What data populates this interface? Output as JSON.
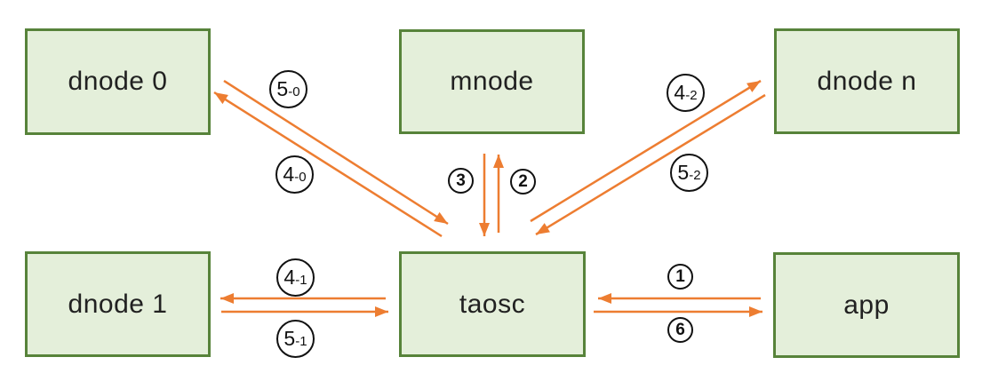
{
  "diagram": {
    "description": "Data flow between app, taosc, mnode and dnodes",
    "nodes": [
      {
        "id": "dnode0",
        "label": "dnode 0"
      },
      {
        "id": "mnode",
        "label": "mnode"
      },
      {
        "id": "dnoden",
        "label": "dnode n"
      },
      {
        "id": "dnode1",
        "label": "dnode 1"
      },
      {
        "id": "taosc",
        "label": "taosc"
      },
      {
        "id": "app",
        "label": "app"
      }
    ],
    "edges": [
      {
        "label": "1",
        "from": "app",
        "to": "taosc"
      },
      {
        "label": "2",
        "from": "taosc",
        "to": "mnode"
      },
      {
        "label": "3",
        "from": "mnode",
        "to": "taosc"
      },
      {
        "label": "4-0",
        "from": "taosc",
        "to": "dnode 0"
      },
      {
        "label": "5-0",
        "from": "dnode 0",
        "to": "taosc"
      },
      {
        "label": "4-1",
        "from": "taosc",
        "to": "dnode 1"
      },
      {
        "label": "5-1",
        "from": "dnode 1",
        "to": "taosc"
      },
      {
        "label": "4-2",
        "from": "taosc",
        "to": "dnode n"
      },
      {
        "label": "5-2",
        "from": "dnode n",
        "to": "taosc"
      },
      {
        "label": "6",
        "from": "taosc",
        "to": "app"
      }
    ],
    "colors": {
      "node_fill": "#e4efda",
      "node_border": "#57833a",
      "arrow": "#ed7d31",
      "badge_border": "#111111",
      "text": "#212121",
      "background": "#ffffff"
    }
  }
}
